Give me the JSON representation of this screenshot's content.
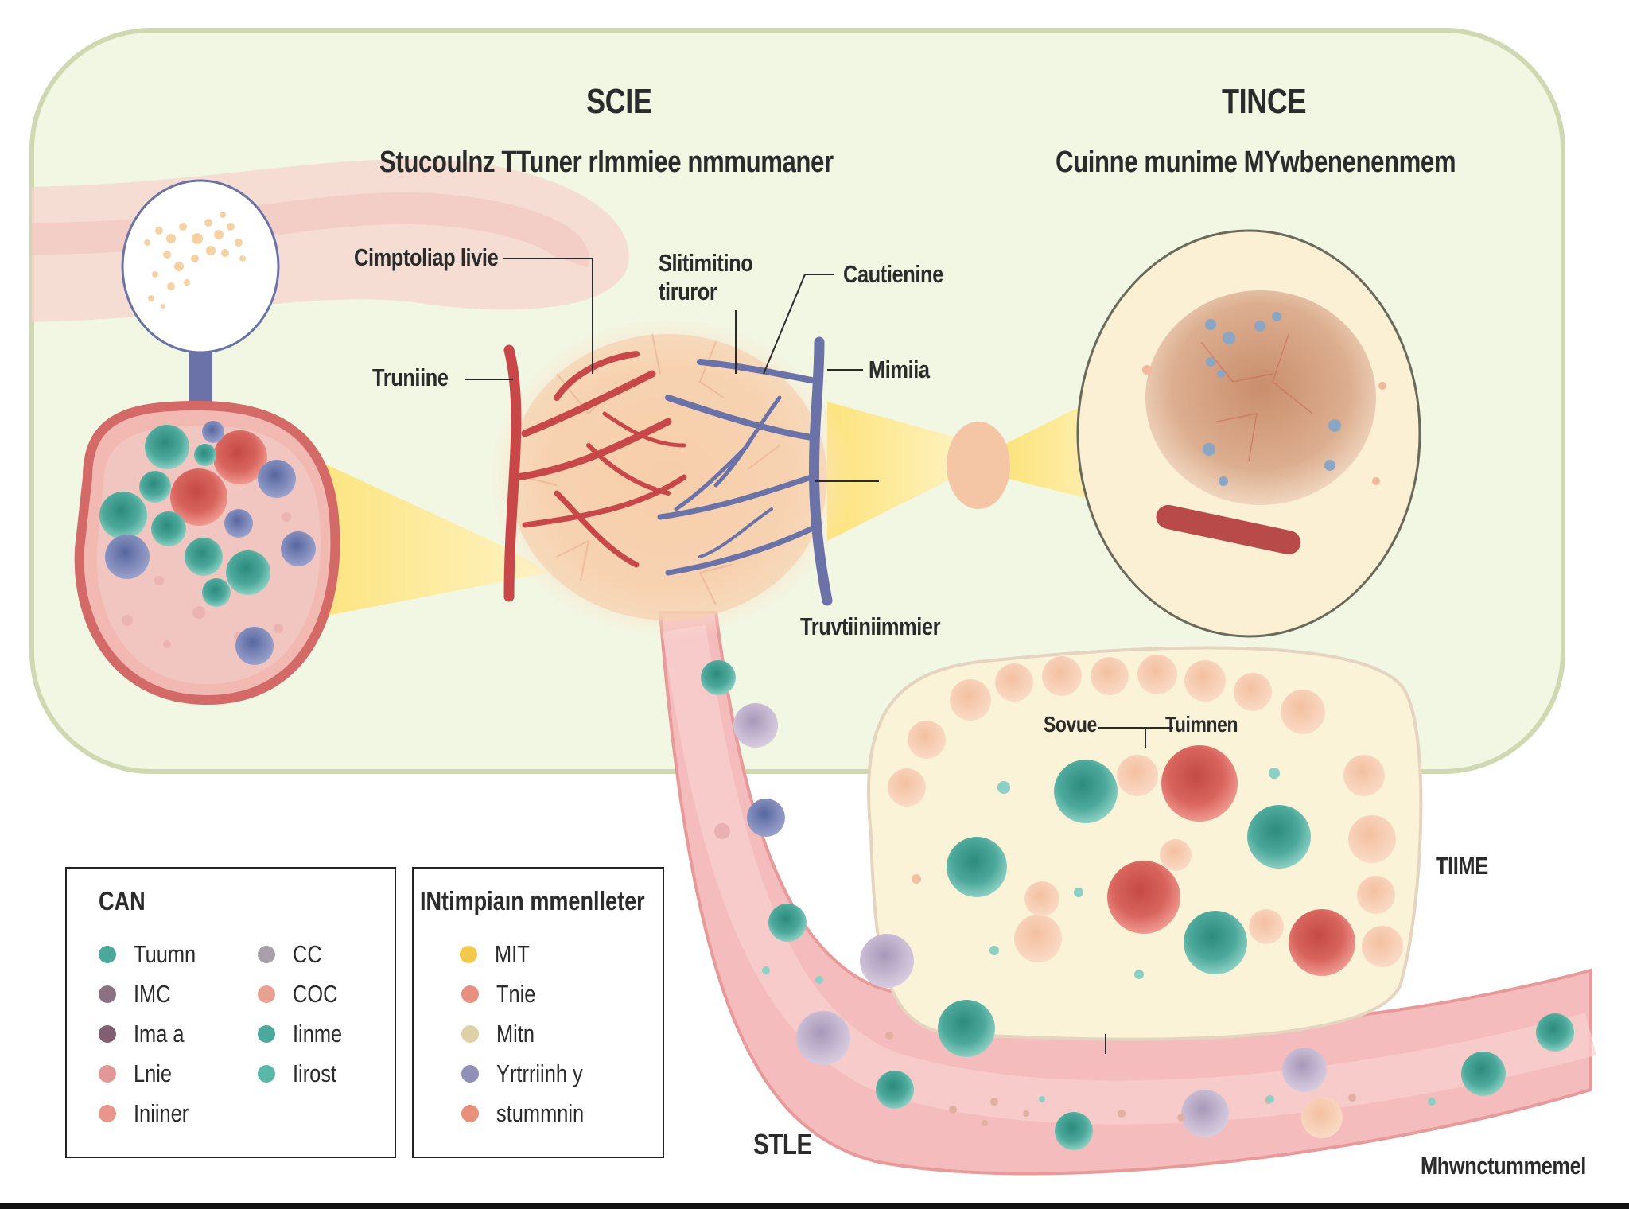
{
  "panel_left": {
    "title": "SCIE",
    "subtitle": "Stucoulnz TTuner rlmmiee nmmumaner"
  },
  "panel_right": {
    "title": "TINCE",
    "subtitle": "Cuinne munime MYwbenenenmem"
  },
  "callouts": {
    "cimpio": "Cimptoliap livie",
    "slitimitino": "Slitimitino\ntiruror",
    "cautienine": "Cautienine",
    "truniine": "Truniine",
    "mimiia": "Mimiia",
    "truvtiiniimmier": "Truvtiiniimmier",
    "sovue": "Sovue",
    "tuimnen": "Tuimnen",
    "tiime": "TIIME",
    "stle": "STLE",
    "mhwnctummemel": "Mhwnctummemel"
  },
  "legend_left": {
    "title": "CAN",
    "items": [
      {
        "label": "Tuumn",
        "color": "#4ba89a"
      },
      {
        "label": "CC",
        "color": "#a8a0a8"
      },
      {
        "label": "IMC",
        "color": "#8a7080"
      },
      {
        "label": "COC",
        "color": "#e8a090"
      },
      {
        "label": "Ima a",
        "color": "#806070"
      },
      {
        "label": "Iinme",
        "color": "#4ba89a"
      },
      {
        "label": "Lnie",
        "color": "#e39898"
      },
      {
        "label": "Iirost",
        "color": "#5bb8a8"
      },
      {
        "label": "Iniiner",
        "color": "#e8968c"
      }
    ]
  },
  "legend_right": {
    "title": "INtimpiaın mmenlleter",
    "items": [
      {
        "label": "MIT",
        "color": "#f2c94c"
      },
      {
        "label": "Tnie",
        "color": "#e89080"
      },
      {
        "label": "Mitn",
        "color": "#e0d0a8"
      },
      {
        "label": "Yrtrriinh y",
        "color": "#9090b8"
      },
      {
        "label": "stummnin",
        "color": "#e8907a"
      }
    ]
  },
  "colors": {
    "panel_bg": "#f1f7e3",
    "panel_border": "#cfd8b0",
    "vessel": "#f4bcbc",
    "tumor": "#f5d2b0",
    "artery": "#c8484a",
    "vein": "#6a72a8",
    "beam": "#fbe58a",
    "teal_cell": "#3d9a8c",
    "red_cell": "#d8645e"
  }
}
